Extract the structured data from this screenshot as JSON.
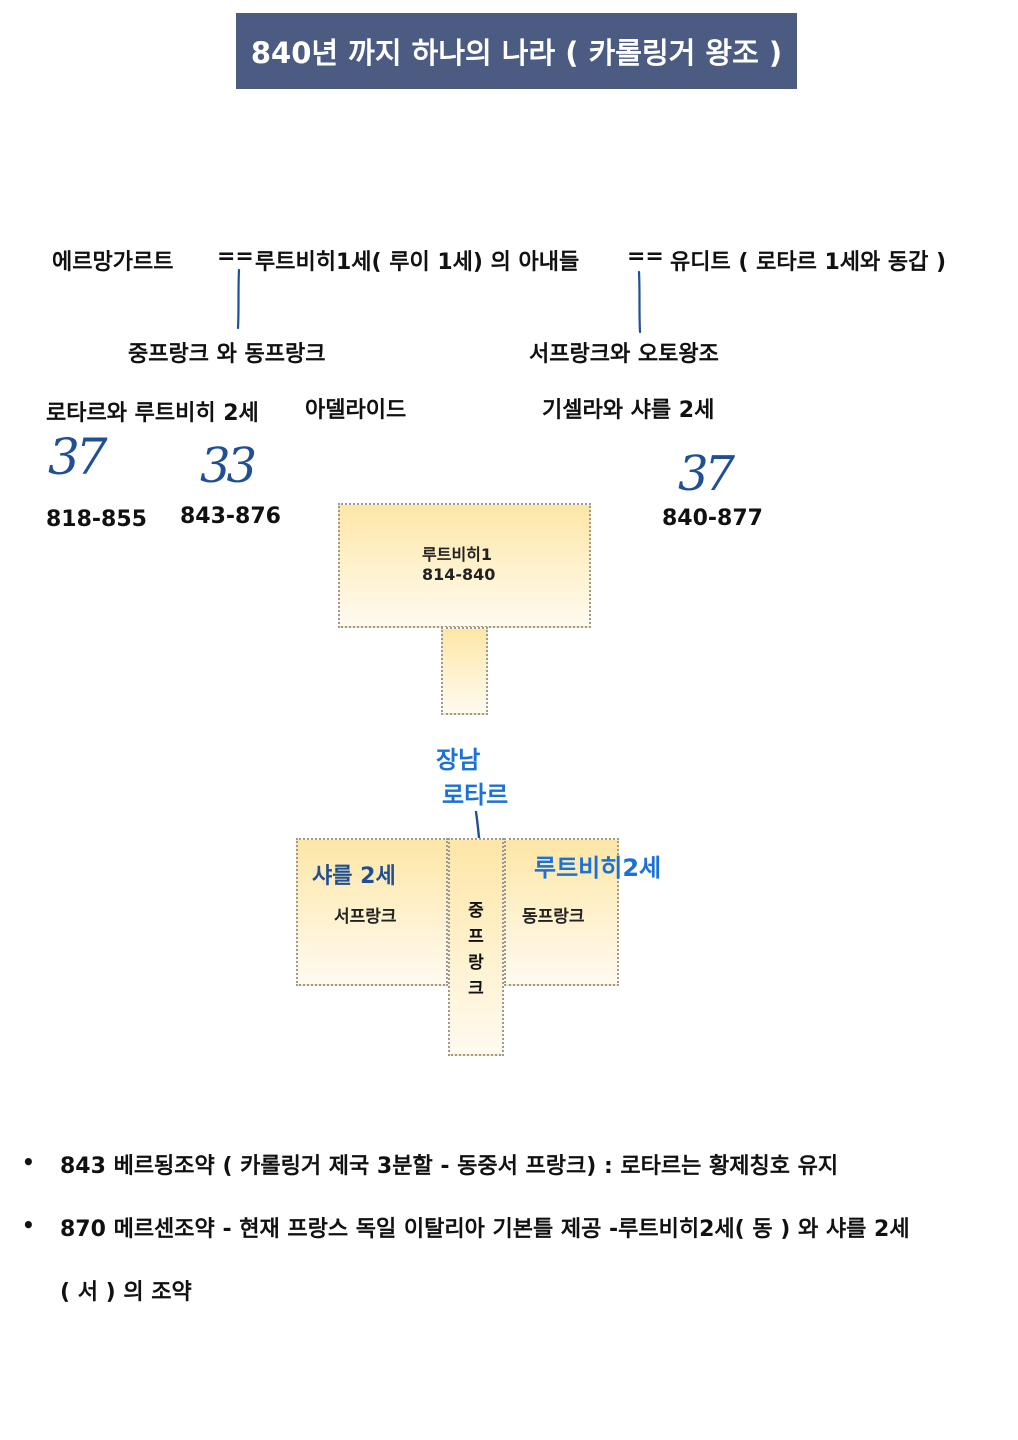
{
  "title": "840년 까지 하나의 나라 ( 카롤링거 왕조 )",
  "row1": {
    "wife1": "에르망가르트",
    "eq1": "==",
    "center": "루트비히1세( 루이 1세) 의 아내들",
    "eq2": "==",
    "wife2": "유디트 ( 로타르 1세와 동갑 )"
  },
  "branches": {
    "left_label": "중프랑크 와 동프랑크",
    "right_label": "서프랑크와 오토왕조"
  },
  "children": {
    "left": "로타르와 루트비히 2세",
    "middle": "아델라이드",
    "right": "기셀라와 샤를 2세"
  },
  "handwritten": {
    "n1": "37",
    "n2": "33",
    "n3": "37"
  },
  "years": {
    "lothar": "818-855",
    "ludwig2": "843-876",
    "charles2": "840-877"
  },
  "diagram": {
    "top_box_name": "루트비히1",
    "top_box_years": "814-840",
    "eldest_label": "장남",
    "eldest_name": "로타르",
    "west_ruler": "샤를 2세",
    "west": "서프랑크",
    "middle_chars": [
      "중",
      "프",
      "랑",
      "크"
    ],
    "east": "동프랑크",
    "east_ruler": "루트비히2세"
  },
  "notes": {
    "bullet1": "843 베르됭조약 ( 카롤링거 제국 3분할 -  동중서 프랑크) : 로타르는 황제칭호 유지",
    "bullet2_line1": "870 메르센조약 -  현재 프랑스 독일 이탈리아 기본틀 제공 -루트비히2세( 동 ) 와 샤를 2세",
    "bullet2_line2": "( 서 ) 의 조약",
    "bullet_symbol": "•"
  },
  "colors": {
    "title_bg": "#4b5b82",
    "box_fill_top": "#fde6a6",
    "ink_blue": "#1f4f95",
    "label_blue": "#1a72d9"
  }
}
